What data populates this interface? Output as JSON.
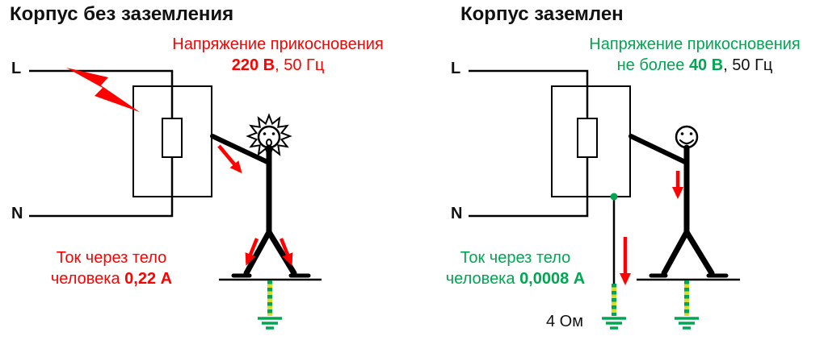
{
  "left": {
    "title": "Корпус без заземления",
    "phase": "L",
    "neutral": "N",
    "voltage": {
      "line1": "Напряжение прикосновения",
      "value": "220 В",
      "suffix": ", 50 Гц"
    },
    "current": {
      "line1": "Ток через тело",
      "line2_prefix": "человека ",
      "value": "0,22 А"
    }
  },
  "right": {
    "title": "Корпус заземлен",
    "phase": "L",
    "neutral": "N",
    "voltage": {
      "line1": "Напряжение прикосновения",
      "prefix": "не более ",
      "value": "40 В",
      "suffix": ", 50 Гц"
    },
    "current": {
      "line1": "Ток через тело",
      "line2_prefix": "человека ",
      "value": "0,0008 А"
    },
    "ground_resistance": "4 Ом"
  },
  "colors": {
    "danger": "#ff0000",
    "safe": "#00a651",
    "ground_yellow": "#d6df23",
    "wire": "#000000"
  }
}
